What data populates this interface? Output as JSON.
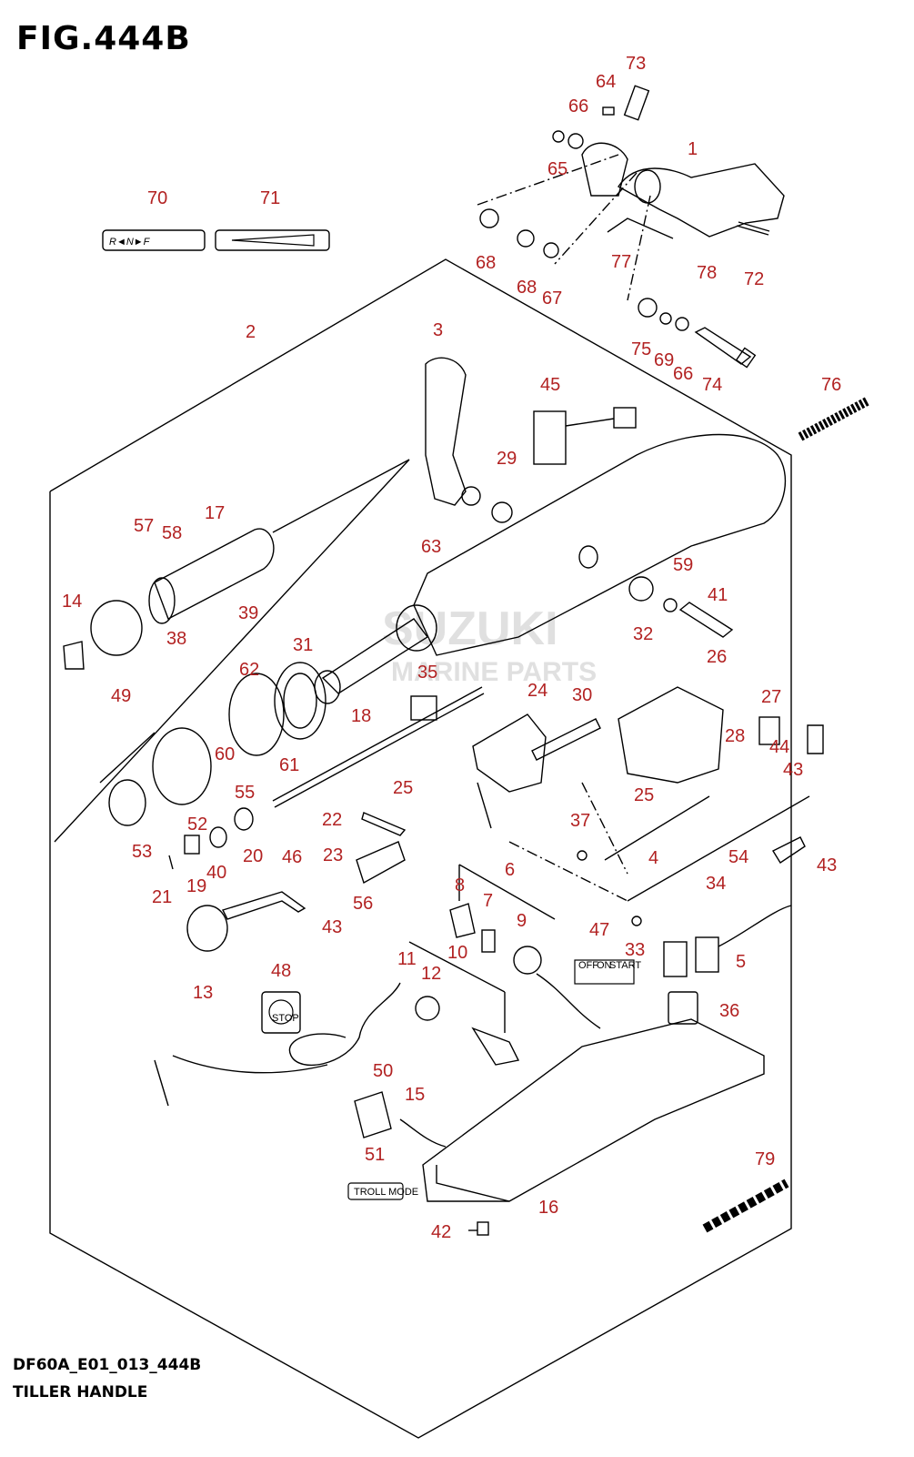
{
  "figure": {
    "title": "FIG.444B",
    "code": "DF60A_E01_013_444B",
    "caption": "TILLER HANDLE"
  },
  "watermark": {
    "brand": "SUZUKI",
    "sub": "MARINE PARTS"
  },
  "decals": {
    "shift": "R◄N►F",
    "off": "OFF",
    "on": "ON",
    "start": "START",
    "stop": "STOP",
    "troll": "TROLL MODE"
  },
  "callouts": [
    {
      "n": "73"
    },
    {
      "n": "64"
    },
    {
      "n": "66"
    },
    {
      "n": "65"
    },
    {
      "n": "1"
    },
    {
      "n": "70"
    },
    {
      "n": "71"
    },
    {
      "n": "68"
    },
    {
      "n": "68"
    },
    {
      "n": "67"
    },
    {
      "n": "77"
    },
    {
      "n": "78"
    },
    {
      "n": "72"
    },
    {
      "n": "75"
    },
    {
      "n": "69"
    },
    {
      "n": "66"
    },
    {
      "n": "74"
    },
    {
      "n": "2"
    },
    {
      "n": "3"
    },
    {
      "n": "45"
    },
    {
      "n": "76"
    },
    {
      "n": "29"
    },
    {
      "n": "57"
    },
    {
      "n": "58"
    },
    {
      "n": "17"
    },
    {
      "n": "63"
    },
    {
      "n": "59"
    },
    {
      "n": "41"
    },
    {
      "n": "14"
    },
    {
      "n": "39"
    },
    {
      "n": "38"
    },
    {
      "n": "32"
    },
    {
      "n": "49"
    },
    {
      "n": "62"
    },
    {
      "n": "31"
    },
    {
      "n": "35"
    },
    {
      "n": "26"
    },
    {
      "n": "24"
    },
    {
      "n": "30"
    },
    {
      "n": "27"
    },
    {
      "n": "18"
    },
    {
      "n": "28"
    },
    {
      "n": "44"
    },
    {
      "n": "43"
    },
    {
      "n": "60"
    },
    {
      "n": "61"
    },
    {
      "n": "55"
    },
    {
      "n": "25"
    },
    {
      "n": "25"
    },
    {
      "n": "52"
    },
    {
      "n": "53"
    },
    {
      "n": "22"
    },
    {
      "n": "37"
    },
    {
      "n": "20"
    },
    {
      "n": "40"
    },
    {
      "n": "23"
    },
    {
      "n": "46"
    },
    {
      "n": "4"
    },
    {
      "n": "54"
    },
    {
      "n": "43"
    },
    {
      "n": "21"
    },
    {
      "n": "19"
    },
    {
      "n": "6"
    },
    {
      "n": "8"
    },
    {
      "n": "7"
    },
    {
      "n": "34"
    },
    {
      "n": "56"
    },
    {
      "n": "9"
    },
    {
      "n": "43"
    },
    {
      "n": "47"
    },
    {
      "n": "33"
    },
    {
      "n": "10"
    },
    {
      "n": "5"
    },
    {
      "n": "11"
    },
    {
      "n": "12"
    },
    {
      "n": "48"
    },
    {
      "n": "13"
    },
    {
      "n": "36"
    },
    {
      "n": "50"
    },
    {
      "n": "15"
    },
    {
      "n": "51"
    },
    {
      "n": "79"
    },
    {
      "n": "16"
    },
    {
      "n": "42"
    }
  ]
}
